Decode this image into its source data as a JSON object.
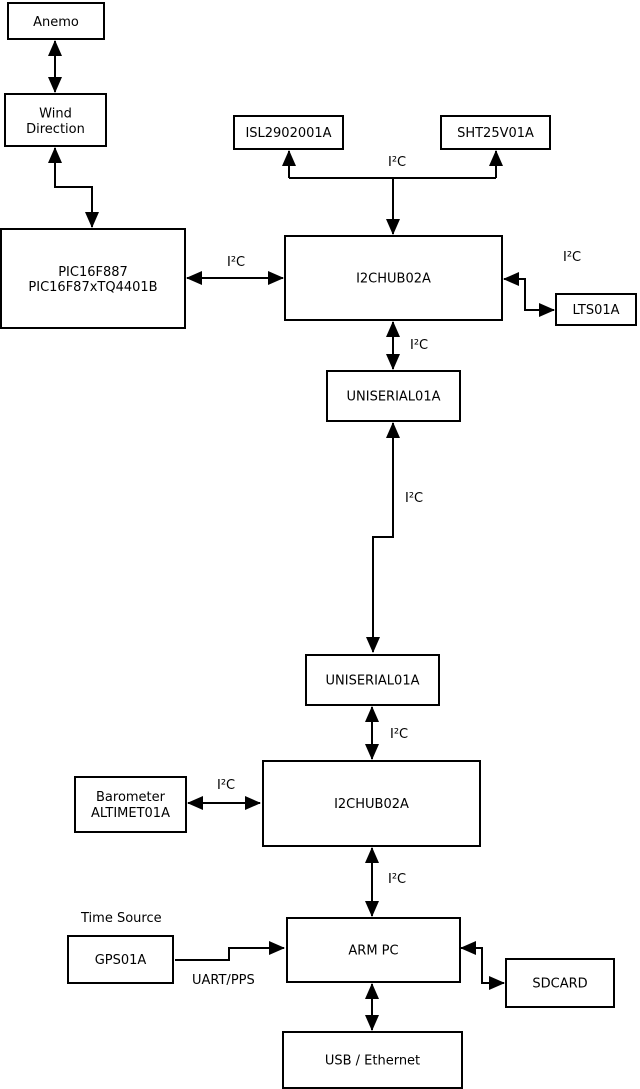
{
  "diagram_type": "hardware-block-diagram",
  "labels": {
    "i2c": "I²C",
    "uart_pps": "UART/PPS",
    "time_source": "Time Source"
  },
  "nodes": {
    "anemo": {
      "label": "Anemo"
    },
    "wind_direction": {
      "line1": "Wind",
      "line2": "Direction"
    },
    "pic": {
      "line1": "PIC16F887",
      "line2": "PIC16F87xTQ4401B"
    },
    "isl": {
      "label": "ISL2902001A"
    },
    "sht": {
      "label": "SHT25V01A"
    },
    "hub1": {
      "label": "I2CHUB02A"
    },
    "lts": {
      "label": "LTS01A"
    },
    "uniserial1": {
      "label": "UNISERIAL01A"
    },
    "uniserial2": {
      "label": "UNISERIAL01A"
    },
    "hub2": {
      "label": "I2CHUB02A"
    },
    "barometer": {
      "line1": "Barometer",
      "line2": "ALTIMET01A"
    },
    "gps": {
      "label": "GPS01A"
    },
    "arm_pc": {
      "label": "ARM PC"
    },
    "sdcard": {
      "label": "SDCARD"
    },
    "usb_ethernet": {
      "label": "USB / Ethernet"
    }
  },
  "edges": [
    {
      "from": "anemo",
      "to": "wind_direction",
      "bidirectional": true,
      "label": ""
    },
    {
      "from": "wind_direction",
      "to": "pic",
      "bidirectional": true,
      "label": ""
    },
    {
      "from": "pic",
      "to": "hub1",
      "bidirectional": true,
      "label": "I²C"
    },
    {
      "from": "hub1",
      "to": "isl",
      "bidirectional": true,
      "label": "I²C"
    },
    {
      "from": "hub1",
      "to": "sht",
      "bidirectional": true,
      "label": "I²C"
    },
    {
      "from": "hub1",
      "to": "lts",
      "bidirectional": true,
      "label": "I²C"
    },
    {
      "from": "hub1",
      "to": "uniserial1",
      "bidirectional": true,
      "label": "I²C"
    },
    {
      "from": "uniserial1",
      "to": "uniserial2",
      "bidirectional": true,
      "label": "I²C"
    },
    {
      "from": "uniserial2",
      "to": "hub2",
      "bidirectional": true,
      "label": "I²C"
    },
    {
      "from": "barometer",
      "to": "hub2",
      "bidirectional": true,
      "label": "I²C"
    },
    {
      "from": "hub2",
      "to": "arm_pc",
      "bidirectional": true,
      "label": "I²C"
    },
    {
      "from": "gps",
      "to": "arm_pc",
      "bidirectional": false,
      "label": "UART/PPS"
    },
    {
      "from": "arm_pc",
      "to": "sdcard",
      "bidirectional": true,
      "label": ""
    },
    {
      "from": "arm_pc",
      "to": "usb_ethernet",
      "bidirectional": true,
      "label": ""
    }
  ],
  "colors": {
    "background": "#ffffff",
    "box_fill": "#ffffff",
    "stroke": "#000000",
    "text": "#000000"
  }
}
